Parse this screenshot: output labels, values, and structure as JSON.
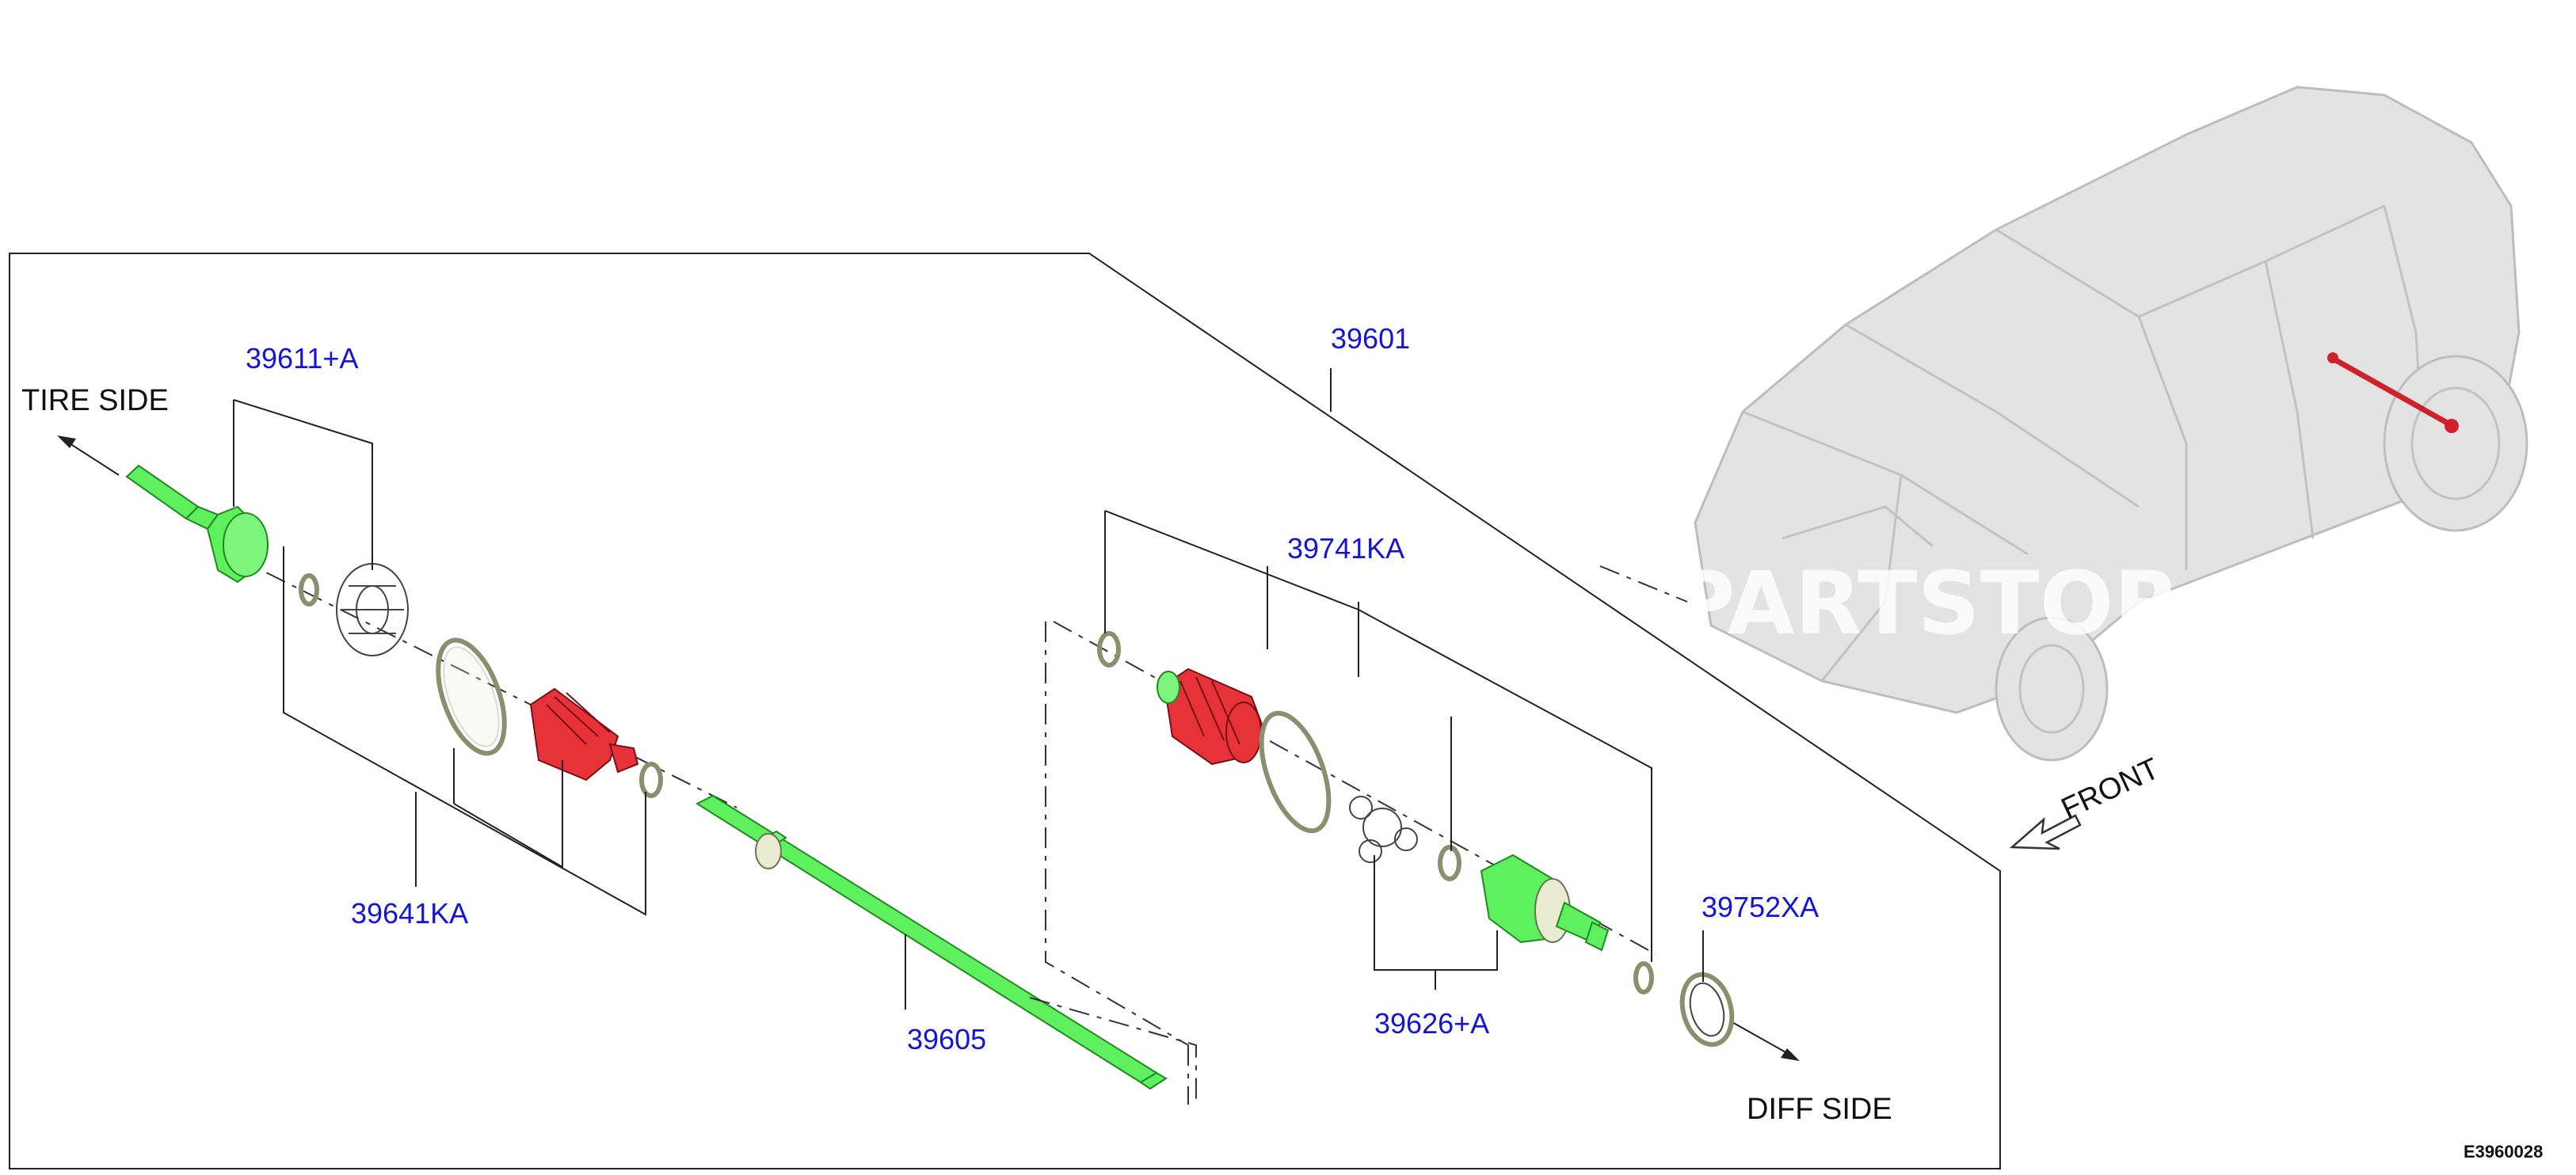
{
  "labels": {
    "tire_side": "TIRE SIDE",
    "diff_side": "DIFF SIDE",
    "front": "FRONT",
    "diagram_code": "E3960028",
    "watermark": "PARTSTOR"
  },
  "callouts": {
    "p39611A": "39611+A",
    "p39601": "39601",
    "p39741KA": "39741KA",
    "p39641KA": "39641KA",
    "p39605": "39605",
    "p39626A": "39626+A",
    "p39752XA": "39752XA"
  },
  "colors": {
    "callout": "#1414d8",
    "part_green": "#5ff05f",
    "part_red": "#e8323a"
  }
}
